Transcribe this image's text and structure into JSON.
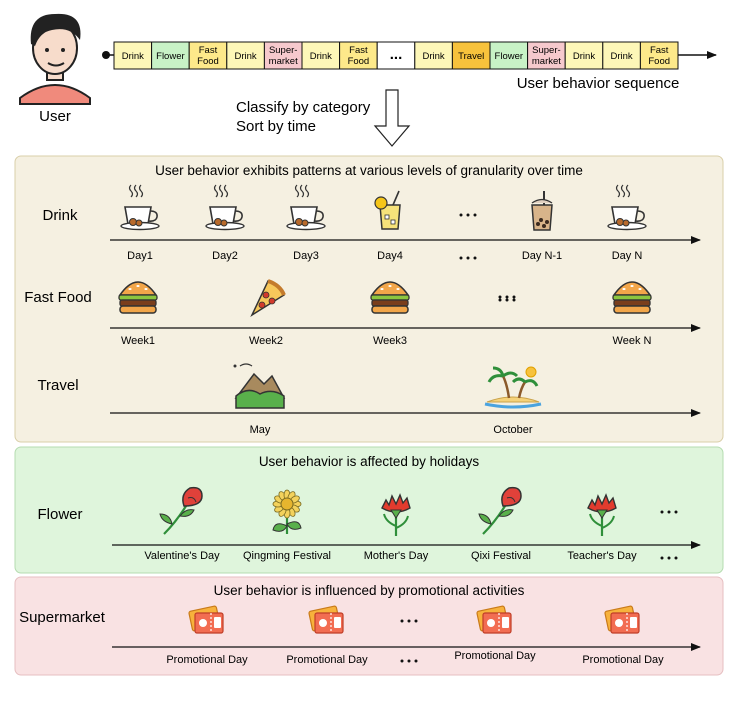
{
  "user_label": "User",
  "sequence": {
    "items": [
      {
        "label": "Drink",
        "color": "#fdf7b8"
      },
      {
        "label": "Flower",
        "color": "#c8f2c6"
      },
      {
        "label": "Fast\nFood",
        "color": "#fde98a"
      },
      {
        "label": "Drink",
        "color": "#fdf7b8"
      },
      {
        "label": "Super-\nmarket",
        "color": "#f6c9cd"
      },
      {
        "label": "Drink",
        "color": "#fdf7b8"
      },
      {
        "label": "Fast\nFood",
        "color": "#fde98a"
      },
      {
        "label": "...",
        "color": "#ffffff"
      },
      {
        "label": "Drink",
        "color": "#fdf7b8"
      },
      {
        "label": "Travel",
        "color": "#f7c23c"
      },
      {
        "label": "Flower",
        "color": "#c8f2c6"
      },
      {
        "label": "Super-\nmarket",
        "color": "#f6c9cd"
      },
      {
        "label": "Drink",
        "color": "#fdf7b8"
      },
      {
        "label": "Drink",
        "color": "#fdf7b8"
      },
      {
        "label": "Fast\nFood",
        "color": "#fde98a"
      }
    ],
    "caption": "User behavior sequence"
  },
  "transform": {
    "line1": "Classify by category",
    "line2": "Sort by time"
  },
  "panels": {
    "granularity": {
      "title": "User behavior exhibits patterns at various levels of granularity over time",
      "bg": "#f5f0e1",
      "rows": {
        "drink": {
          "label": "Drink",
          "ticks": [
            "Day1",
            "Day2",
            "Day3",
            "Day4",
            "...",
            "Day N-1",
            "Day N"
          ]
        },
        "fastfood": {
          "label": "Fast Food",
          "ticks": [
            "Week1",
            "Week2",
            "Week3",
            "...",
            "Week N"
          ]
        },
        "travel": {
          "label": "Travel",
          "ticks": [
            "May",
            "October"
          ]
        }
      }
    },
    "holidays": {
      "title": "User behavior is affected by holidays",
      "bg": "#dff5dc",
      "row": {
        "label": "Flower",
        "ticks": [
          "Valentine's Day",
          "Qingming Festival",
          "Mother's Day",
          "Qixi Festival",
          "Teacher's Day",
          "..."
        ]
      }
    },
    "promotions": {
      "title": "User behavior is influenced by promotional activities",
      "bg": "#f9e2e3",
      "row": {
        "label": "Supermarket",
        "ticks": [
          "Promotional Day",
          "Promotional Day",
          "...",
          "Promotional Day",
          "Promotional Day"
        ]
      }
    }
  }
}
